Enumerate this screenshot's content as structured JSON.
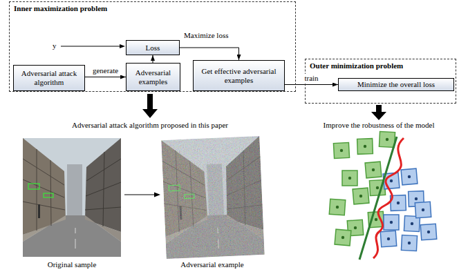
{
  "diagram": {
    "nodes": [
      {
        "text": [
          "Inner maximization problem"
        ]
      },
      {
        "text": [
          "Loss"
        ],
        "in": 0
      },
      {
        "text": [
          "Adversarial attack algorithm"
        ],
        "in": 0
      },
      {
        "text": [
          "Adversarial examples"
        ],
        "in": 0
      },
      {
        "text": [
          "Get effective adversarial examples"
        ],
        "in": 0
      },
      {
        "text": [
          "Outer minimization problem"
        ]
      },
      {
        "text": [
          "Minimize the overall loss"
        ],
        "in": 5
      }
    ],
    "edges": [
      {
        "from": 2,
        "to": 3,
        "label": "generate",
        "arrow": "to"
      },
      {
        "from": 3,
        "to": 1,
        "arrow": "to"
      },
      {
        "from": 1,
        "to": 4,
        "label": "Maximize loss",
        "arrow": "to"
      },
      {
        "from": 4,
        "to": 6,
        "label": "train",
        "arrow": "to"
      }
    ],
    "labels": [
      "y",
      "Adversarial attack algorithm proposed in this paper",
      "Improve the robustness of the model",
      "Original sample",
      "Adversarial example"
    ]
  }
}
